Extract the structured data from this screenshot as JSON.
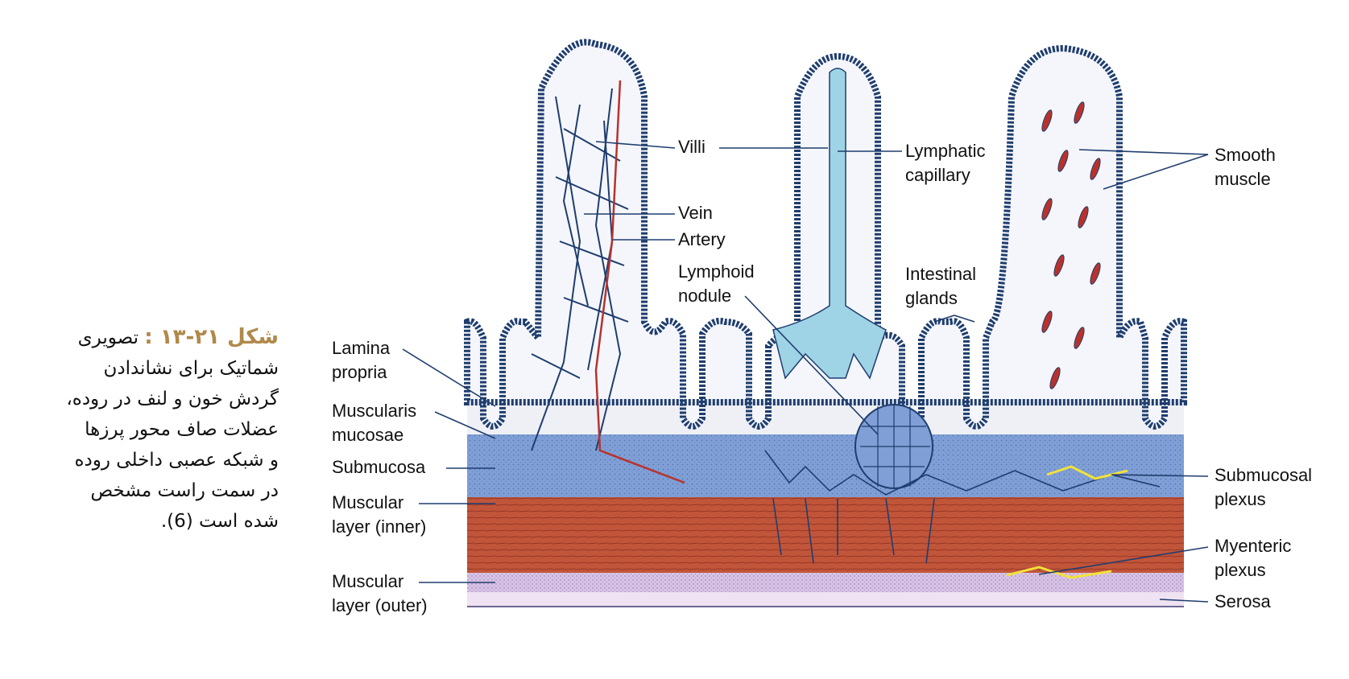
{
  "caption": {
    "figure_number": "شکل ۲۱-۱۳ :",
    "line1": "تصویری",
    "line2": "شماتیک برای نشاندادن",
    "line3": "گردش خون و لنف در روده،",
    "line4": "عضلات صاف محور پرزها",
    "line5": "و شبکه عصبی داخلی روده",
    "line6": "در سمت راست مشخص",
    "line7": "شده است (6)."
  },
  "labels": {
    "villi": "Villi",
    "vein": "Vein",
    "artery": "Artery",
    "lymphatic_capillary_1": "Lymphatic",
    "lymphatic_capillary_2": "capillary",
    "lymphoid_nodule_1": "Lymphoid",
    "lymphoid_nodule_2": "nodule",
    "intestinal_glands_1": "Intestinal",
    "intestinal_glands_2": "glands",
    "smooth_muscle_1": "Smooth",
    "smooth_muscle_2": "muscle",
    "lamina_propria_1": "Lamina",
    "lamina_propria_2": "propria",
    "muscularis_mucosae_1": "Muscularis",
    "muscularis_mucosae_2": "mucosae",
    "submucosa": "Submucosa",
    "muscular_inner_1": "Muscular",
    "muscular_inner_2": "layer (inner)",
    "muscular_outer_1": "Muscular",
    "muscular_outer_2": "layer (outer)",
    "submucosal_plexus_1": "Submucosal",
    "submucosal_plexus_2": "plexus",
    "myenteric_plexus_1": "Myenteric",
    "myenteric_plexus_2": "plexus",
    "serosa": "Serosa"
  },
  "colors": {
    "epithelium": "#1f3d6e",
    "lymph": "#9fd3e6",
    "submucosa": "#7f9fd6",
    "muscle_inner": "#c1553a",
    "serosa": "#e6c9e8",
    "artery": "#b8322c",
    "nerve": "#f2e23a"
  }
}
